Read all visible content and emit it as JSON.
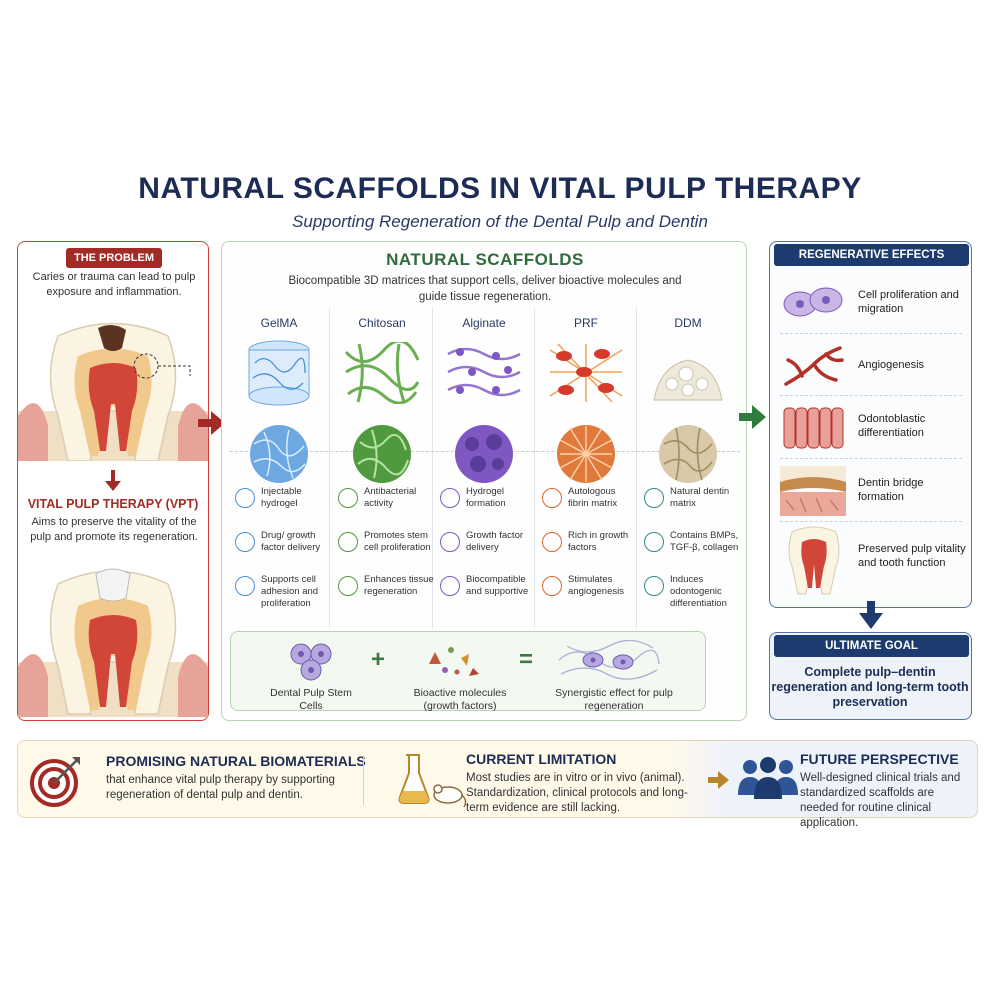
{
  "header": {
    "title": "NATURAL SCAFFOLDS IN VITAL PULP THERAPY",
    "subtitle": "Supporting Regeneration of the Dental Pulp and Dentin"
  },
  "problem": {
    "tag": "THE PROBLEM",
    "text": "Caries or trauma can lead to pulp exposure and inflammation.",
    "vpt_title": "VITAL PULP THERAPY (VPT)",
    "vpt_text": "Aims to preserve the vitality of the pulp and promote its regeneration."
  },
  "scaffolds": {
    "title": "NATURAL SCAFFOLDS",
    "description": "Biocompatible 3D matrices that support cells, deliver bioactive molecules and guide tissue regeneration.",
    "columns": [
      {
        "name": "GelMA",
        "color": "#4a90d9",
        "props": [
          {
            "icon": "syringe-icon",
            "text": "Injectable hydrogel"
          },
          {
            "icon": "dots-icon",
            "text": "Drug/ growth factor delivery"
          },
          {
            "icon": "cell-icon",
            "text": "Supports cell adhesion and proliferation"
          }
        ]
      },
      {
        "name": "Chitosan",
        "color": "#4f9a3e",
        "props": [
          {
            "icon": "shield-icon",
            "text": "Antibacterial activity"
          },
          {
            "icon": "stem-cell-icon",
            "text": "Promotes stem cell proliferation"
          },
          {
            "icon": "branch-icon",
            "text": "Enhances tissue regeneration"
          }
        ]
      },
      {
        "name": "Alginate",
        "color": "#7e57c2",
        "props": [
          {
            "icon": "drop-icon",
            "text": "Hydrogel formation"
          },
          {
            "icon": "dots-icon",
            "text": "Growth factor delivery"
          },
          {
            "icon": "cell-icon",
            "text": "Biocompatible and supportive"
          }
        ]
      },
      {
        "name": "PRF",
        "color": "#d9642a",
        "props": [
          {
            "icon": "drop-icon",
            "text": "Autologous fibrin matrix"
          },
          {
            "icon": "dots-icon",
            "text": "Rich in growth factors"
          },
          {
            "icon": "vessel-icon",
            "text": "Stimulates angiogenesis"
          }
        ]
      },
      {
        "name": "DDM",
        "color": "#2f8a8a",
        "props": [
          {
            "icon": "dna-icon",
            "text": "Natural dentin matrix"
          },
          {
            "icon": "molecule-icon",
            "text": "Contains BMPs, TGF-β, collagen"
          },
          {
            "icon": "tooth-icon",
            "text": "Induces odontogenic differentiation"
          }
        ]
      }
    ],
    "combo": {
      "a": "Dental Pulp Stem Cells",
      "b": "Bioactive molecules (growth factors)",
      "c": "Synergistic effect for pulp regeneration",
      "plus": "+",
      "equals": "="
    }
  },
  "regen": {
    "tag": "REGENERATIVE EFFECTS",
    "items": [
      {
        "icon": "cells-icon",
        "text": "Cell proliferation and migration"
      },
      {
        "icon": "vessels-icon",
        "text": "Angiogenesis"
      },
      {
        "icon": "odontoblast-icon",
        "text": "Odontoblastic differentiation"
      },
      {
        "icon": "dentin-bridge-icon",
        "text": "Dentin bridge formation"
      },
      {
        "icon": "tooth-icon",
        "text": "Preserved pulp vitality and tooth function"
      }
    ]
  },
  "goal": {
    "tag": "ULTIMATE GOAL",
    "text": "Complete pulp–dentin regeneration and long-term tooth preservation"
  },
  "bottom": {
    "promising_title": "PROMISING NATURAL BIOMATERIALS",
    "promising_text": "that enhance vital pulp therapy by supporting regeneration of dental pulp and dentin.",
    "limitation_title": "CURRENT LIMITATION",
    "limitation_text": "Most studies are in vitro or in vivo (animal). Standardization, clinical protocols and long-term evidence are still lacking.",
    "future_title": "FUTURE PERSPECTIVE",
    "future_text": "Well-designed clinical trials and standardized scaffolds are needed for routine clinical application."
  },
  "colors": {
    "navy": "#1c2c55",
    "red": "#a32b25",
    "green": "#2e6d3a",
    "blue": "#1d3b6e"
  }
}
